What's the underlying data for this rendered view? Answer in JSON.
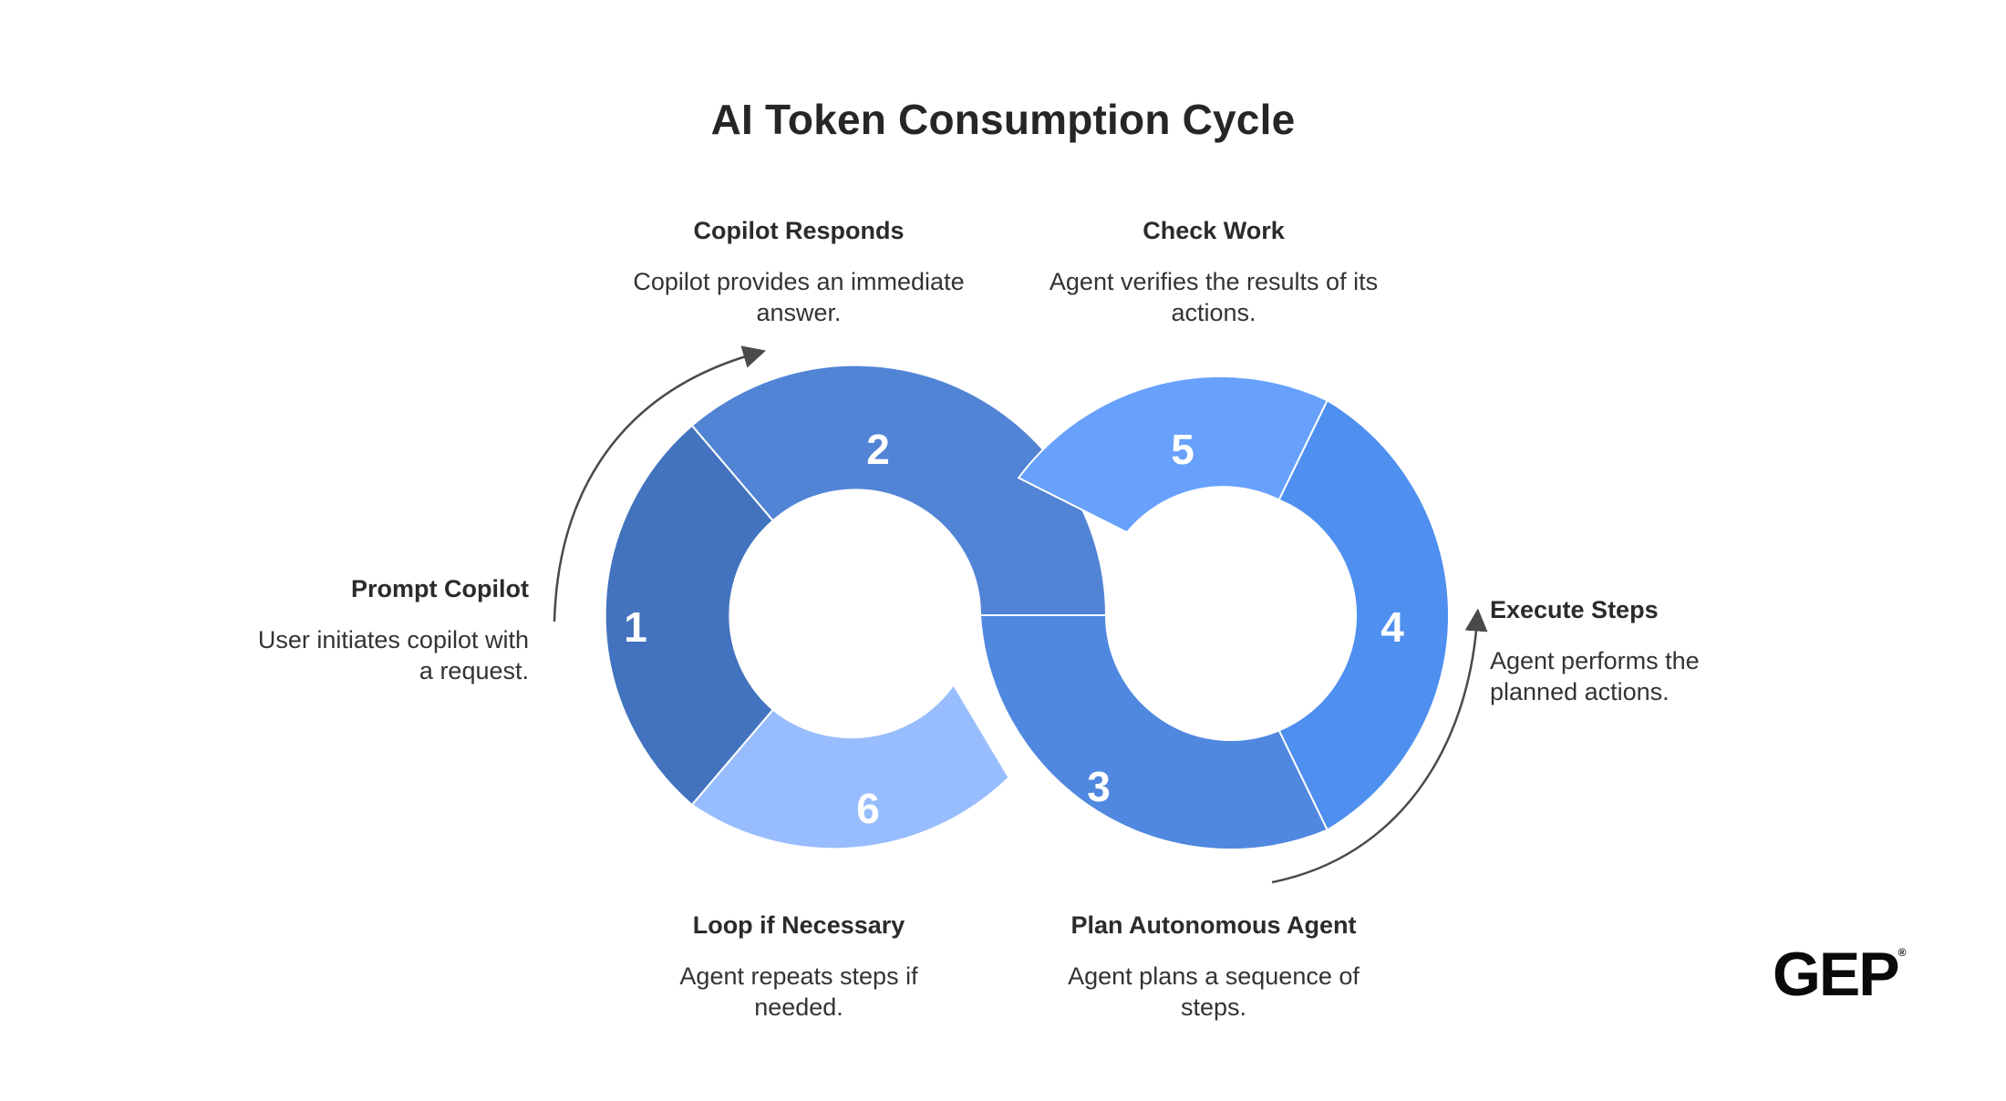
{
  "title": "AI Token Consumption Cycle",
  "colors": {
    "seg1": "#4373be",
    "seg2": "#5184d5",
    "seg3": "#5088e0",
    "seg4": "#4e8ff0",
    "seg5": "#67a1fc",
    "seg6": "#98bdfe",
    "arrow": "#4a4a4a"
  },
  "steps": [
    {
      "number": "1",
      "heading": "Prompt Copilot",
      "description": "User initiates copilot with a request."
    },
    {
      "number": "2",
      "heading": "Copilot Responds",
      "description": "Copilot provides an immediate answer."
    },
    {
      "number": "3",
      "heading": "Plan Autonomous Agent",
      "description": "Agent plans a sequence of steps."
    },
    {
      "number": "4",
      "heading": "Execute Steps",
      "description": "Agent performs the planned actions."
    },
    {
      "number": "5",
      "heading": "Check Work",
      "description": "Agent verifies the results of its actions."
    },
    {
      "number": "6",
      "heading": "Loop if Necessary",
      "description": "Agent repeats steps if needed."
    }
  ],
  "logo": {
    "text": "GEP",
    "mark": "®"
  }
}
